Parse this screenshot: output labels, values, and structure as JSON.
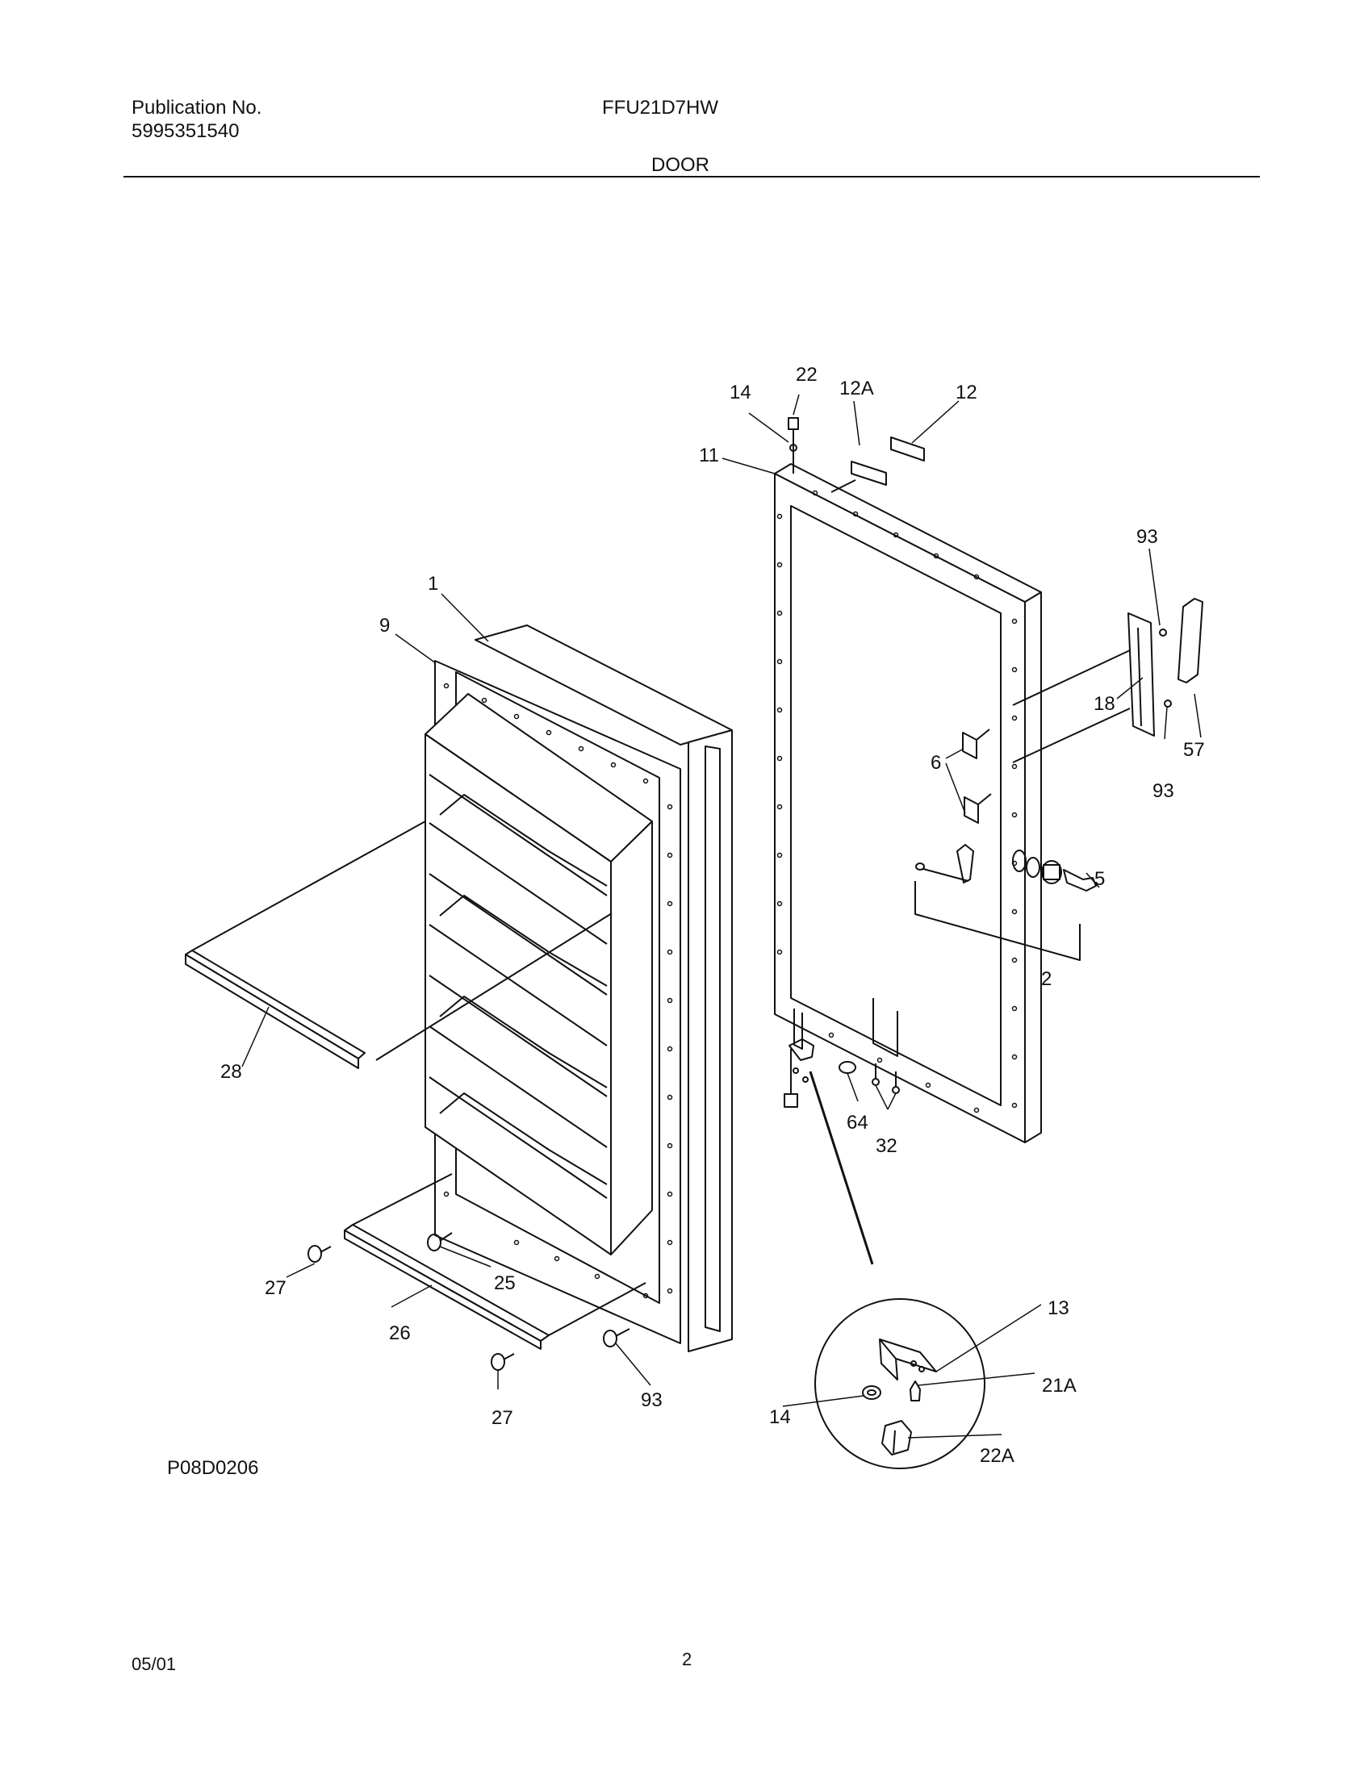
{
  "header": {
    "publication_label": "Publication No.",
    "publication_number": "5995351540",
    "model": "FFU21D7HW",
    "section_title": "DOOR"
  },
  "callouts": {
    "c1": "1",
    "c9": "9",
    "c11": "11",
    "c14_top": "14",
    "c22": "22",
    "c12A": "12A",
    "c12": "12",
    "c93_top": "93",
    "c18": "18",
    "c57": "57",
    "c6": "6",
    "c93_mid": "93",
    "c5": "5",
    "c2": "2",
    "c28": "28",
    "c64": "64",
    "c32": "32",
    "c27_left": "27",
    "c25": "25",
    "c26": "26",
    "c27_bottom": "27",
    "c93_bottom": "93",
    "c13": "13",
    "c14_detail": "14",
    "c21A": "21A",
    "c22A": "22A"
  },
  "footer": {
    "figure_code": "P08D0206",
    "date": "05/01",
    "page_number": "2"
  }
}
